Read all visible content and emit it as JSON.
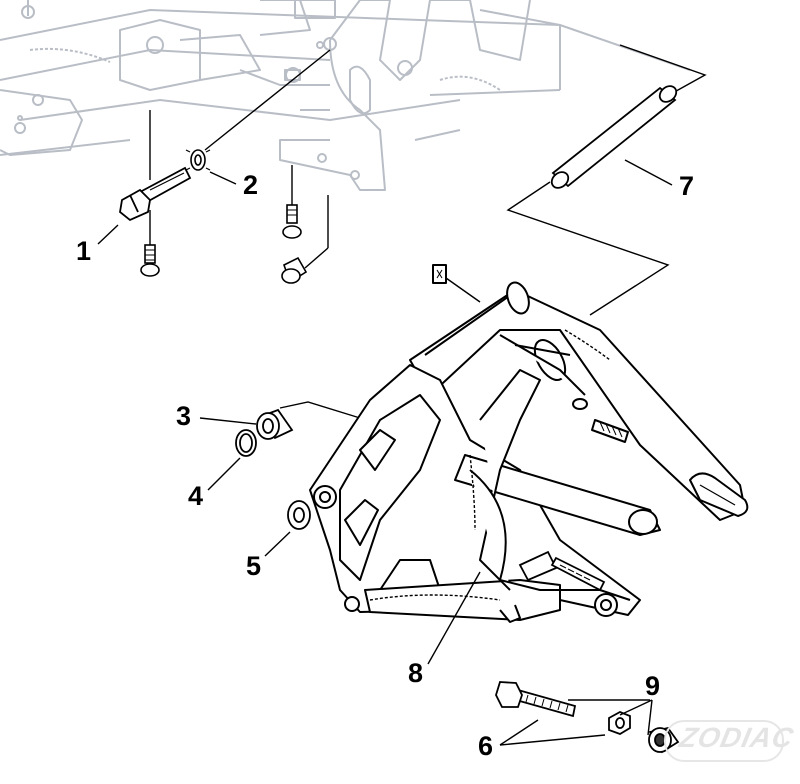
{
  "callouts": [
    "1",
    "2",
    "3",
    "4",
    "5",
    "6",
    "7",
    "8",
    "9"
  ],
  "watermark": "ZODIAC",
  "colors": {
    "frame_gray": "#b9bec6",
    "ink": "#000000",
    "watermark": "#e4e4e4"
  }
}
